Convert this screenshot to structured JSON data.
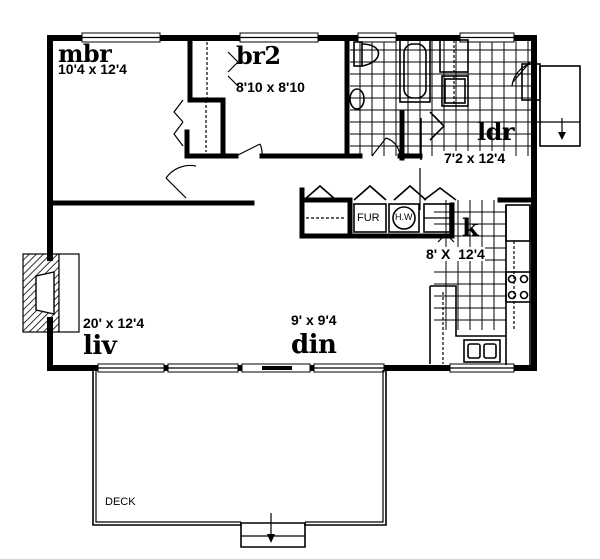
{
  "plan": {
    "rooms": {
      "mbr": {
        "name": "mbr",
        "dimensions": "10'4 x 12'4"
      },
      "br2": {
        "name": "br2",
        "dimensions": "8'10 x 8'10"
      },
      "ldr": {
        "name": "ldr",
        "dimensions": "7'2 x 12'4"
      },
      "kitchen": {
        "name": "k",
        "dimensions": "8' X  12'4"
      },
      "liv": {
        "name": "liv",
        "dimensions": "20' x 12'4"
      },
      "din": {
        "name": "din",
        "dimensions": "9' x 9'4"
      },
      "deck": {
        "name": "DECK"
      }
    },
    "fixtures": {
      "furnace": "FUR",
      "water_heater": "H.W"
    }
  }
}
